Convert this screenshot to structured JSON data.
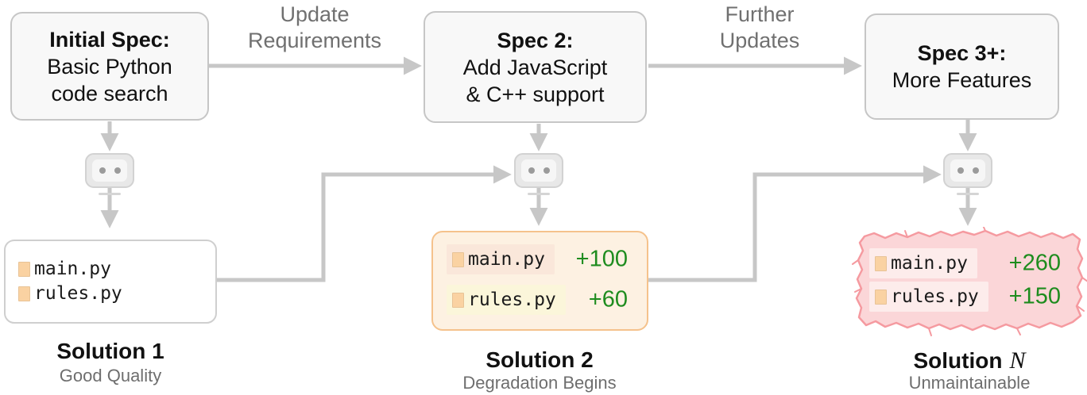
{
  "specs": [
    {
      "title": "Initial Spec:",
      "line1": "Basic Python",
      "line2": "code search"
    },
    {
      "title": "Spec 2:",
      "line1": "Add JavaScript",
      "line2": "& C++ support"
    },
    {
      "title": "Spec 3+:",
      "line1": "More Features",
      "line2": ""
    }
  ],
  "transitions": [
    {
      "line1": "Update",
      "line2": "Requirements"
    },
    {
      "line1": "Further",
      "line2": "Updates"
    }
  ],
  "solutions": [
    {
      "label": "Solution 1",
      "label_suffix": "",
      "subtitle": "Good Quality",
      "files": [
        {
          "name": "main.py",
          "diff": ""
        },
        {
          "name": "rules.py",
          "diff": ""
        }
      ]
    },
    {
      "label": "Solution 2",
      "label_suffix": "",
      "subtitle": "Degradation Begins",
      "files": [
        {
          "name": "main.py",
          "diff": "+100"
        },
        {
          "name": "rules.py",
          "diff": "+60"
        }
      ]
    },
    {
      "label": "Solution",
      "label_suffix": "N",
      "subtitle": "Unmaintainable",
      "files": [
        {
          "name": "main.py",
          "diff": "+260"
        },
        {
          "name": "rules.py",
          "diff": "+150"
        }
      ]
    }
  ],
  "icons": {
    "robot": "robot-agent-icon (rounded head with two eyes)",
    "file": "file-icon (peach rectangle)"
  },
  "colors": {
    "arrow_gray": "#c7c7c7",
    "spec_box_bg": "#f8f8f8",
    "spec_box_border": "#c6c6c6",
    "solution1_border": "#cfcfcf",
    "solution2_bg": "#fdf1e2",
    "solution2_border": "#f5c28c",
    "solution2_row_main_bg": "#fae7da",
    "solution2_row_rules_bg": "#fbf6da",
    "solutionN_paper_bg": "#fbd6d8",
    "solutionN_paper_border": "#f59aa0",
    "solutionN_row_bg": "#fdeceb",
    "file_icon_peach": "#fad2a2",
    "diff_green": "#1e8c1e",
    "subtitle_gray": "#6e6e6e",
    "transition_label_gray": "#707070"
  }
}
